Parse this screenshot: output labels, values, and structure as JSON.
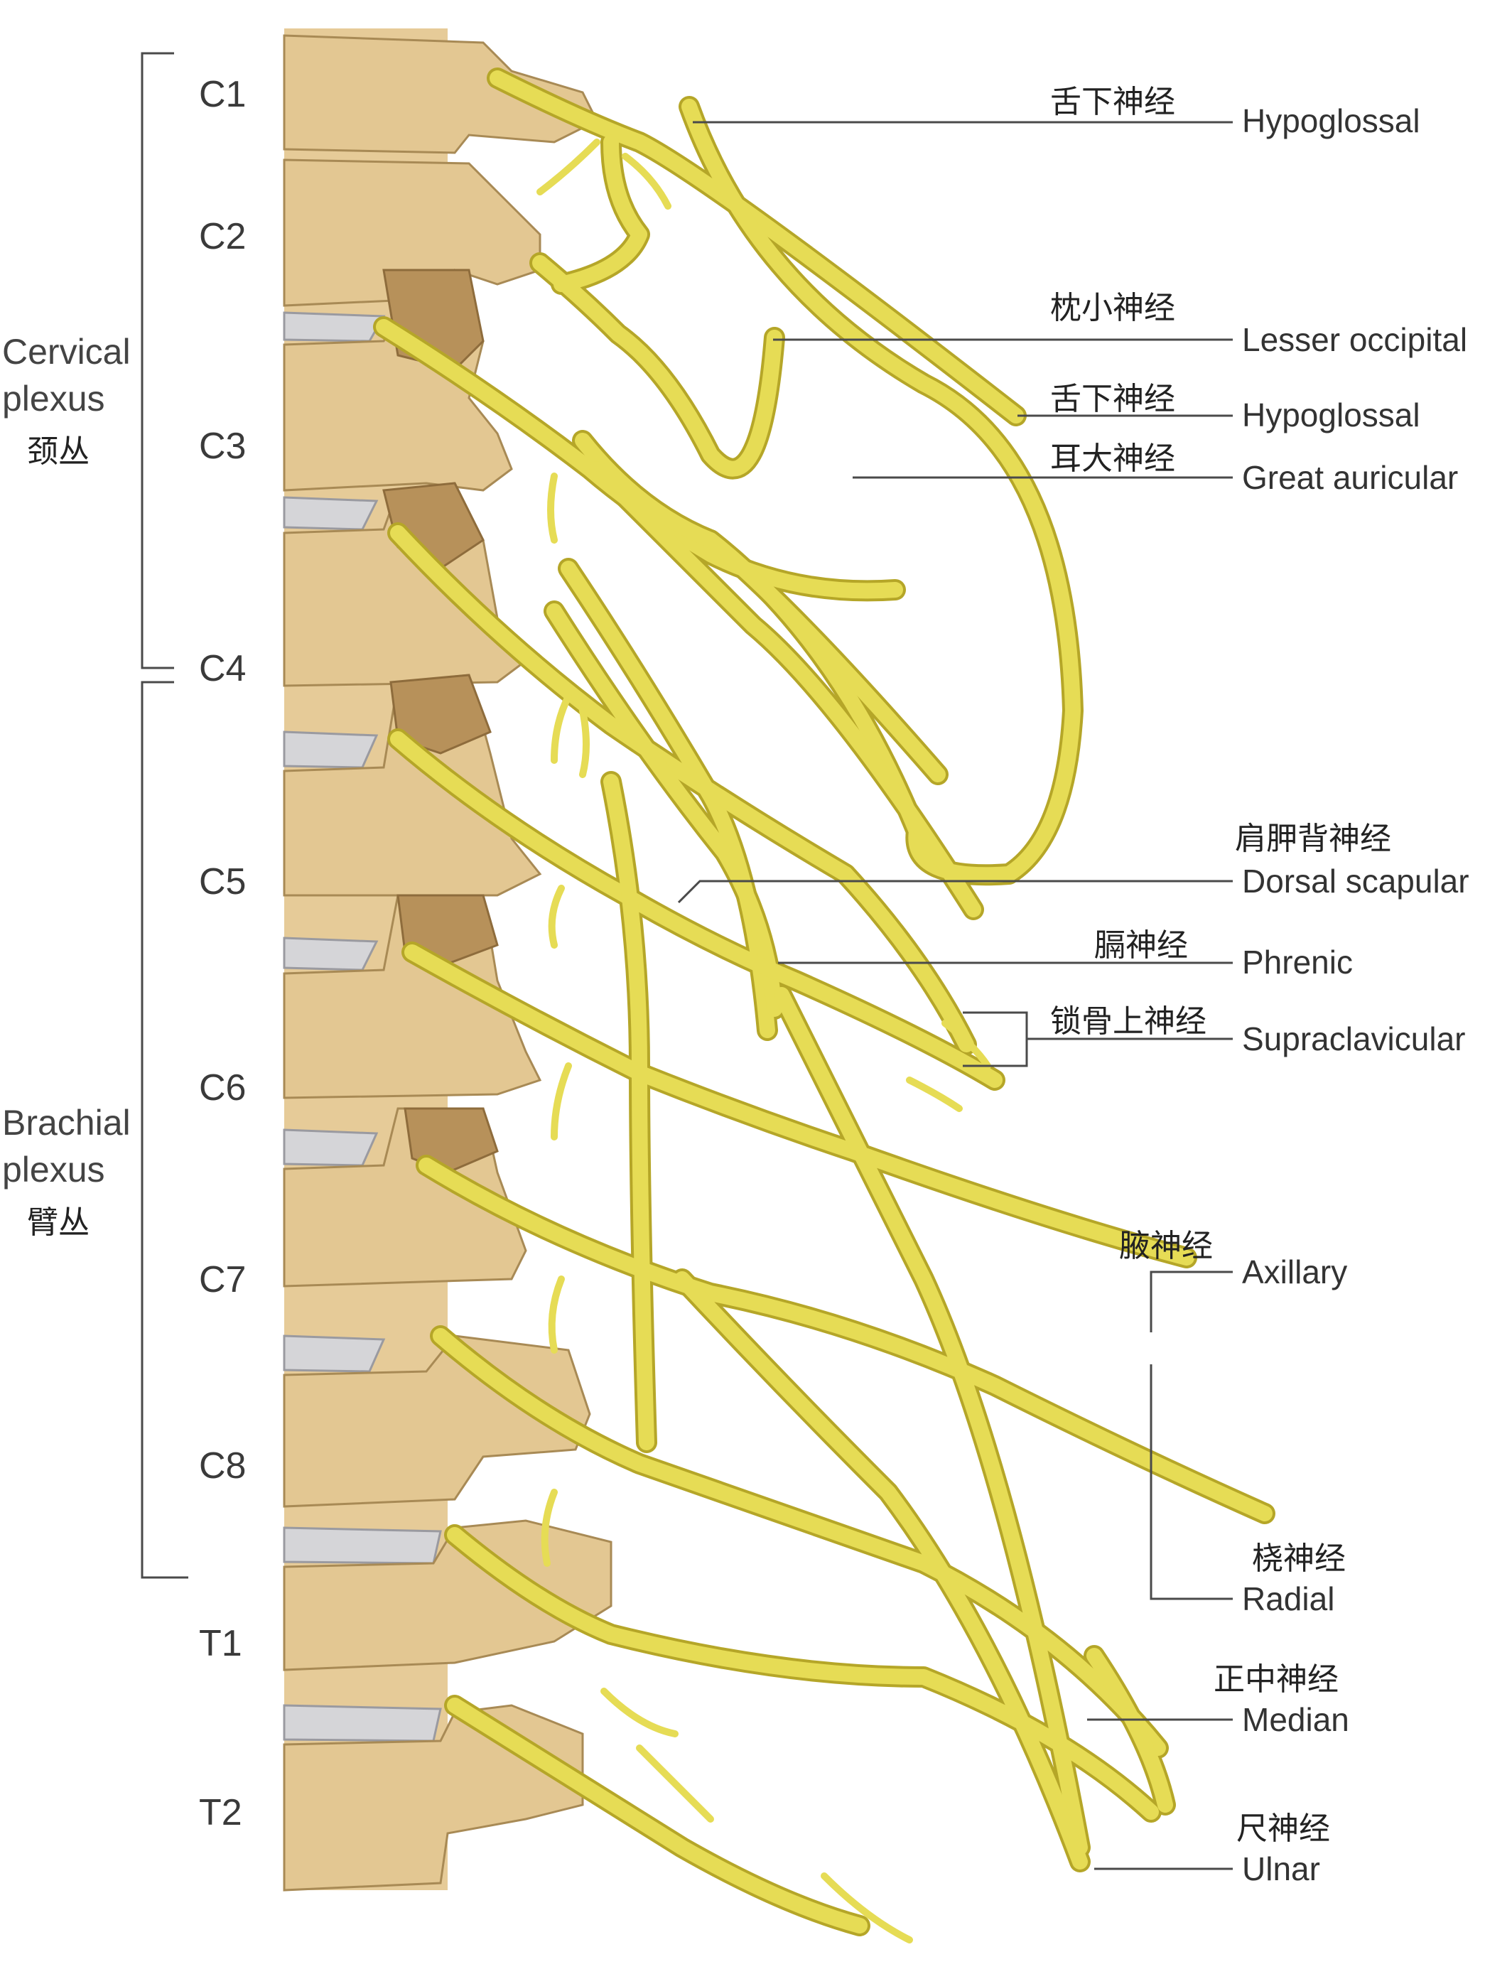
{
  "colors": {
    "nerve": "#e6dc55",
    "nerve_edge": "#b5a628",
    "bone": "#e3c792",
    "disc": "#d5d5d8",
    "leader_line": "#4a4a4a"
  },
  "spinal_levels": [
    "C1",
    "C2",
    "C3",
    "C4",
    "C5",
    "C6",
    "C7",
    "C8",
    "T1",
    "T2"
  ],
  "groups": {
    "cervical": {
      "en_line1": "Cervical",
      "en_line2": "plexus",
      "zh": "颈丛"
    },
    "brachial": {
      "en_line1": "Brachial",
      "en_line2": "plexus",
      "zh": "臂丛"
    }
  },
  "nerve_labels": [
    {
      "zh": "舌下神经",
      "en": "Hypoglossal"
    },
    {
      "zh": "枕小神经",
      "en": "Lesser occipital"
    },
    {
      "zh": "舌下神经",
      "en": "Hypoglossal"
    },
    {
      "zh": "耳大神经",
      "en": "Great auricular"
    },
    {
      "zh": "肩胛背神经",
      "en": "Dorsal scapular"
    },
    {
      "zh": "膈神经",
      "en": "Phrenic"
    },
    {
      "zh": "锁骨上神经",
      "en": "Supraclavicular"
    },
    {
      "zh": "腋神经",
      "en": "Axillary"
    },
    {
      "zh": "桡神经",
      "en": "Radial"
    },
    {
      "zh": "正中神经",
      "en": "Median"
    },
    {
      "zh": "尺神经",
      "en": "Ulnar"
    }
  ]
}
